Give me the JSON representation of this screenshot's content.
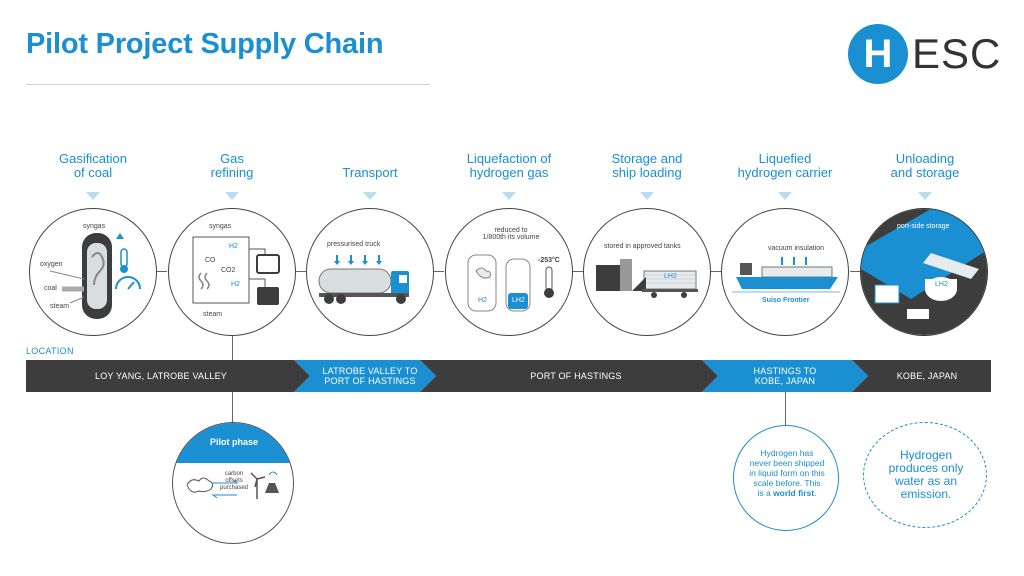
{
  "title": "Pilot Project Supply Chain",
  "logo": {
    "mark": "H",
    "rest": "ESC"
  },
  "steps": [
    {
      "label": "Gasification\nof coal"
    },
    {
      "label": "Gas\nrefining"
    },
    {
      "label": "Transport"
    },
    {
      "label": "Liquefaction of\nhydrogen gas"
    },
    {
      "label": "Storage and\nship loading"
    },
    {
      "label": "Liquefied\nhydrogen carrier"
    },
    {
      "label": "Unloading\nand storage"
    }
  ],
  "icons": {
    "gasification": {
      "syngas": "syngas",
      "oxygen": "oxygen",
      "coal": "coal",
      "steam": "steam"
    },
    "refining": {
      "syngas": "syngas",
      "steam": "steam",
      "h2": "H2",
      "co": "CO",
      "co2": "CO2"
    },
    "transport": {
      "caption": "pressurised truck"
    },
    "liquefaction": {
      "caption": "reduced to\n1/800th its volume",
      "temp": "-253°C",
      "h2": "H2",
      "lh2": "LH2"
    },
    "storage": {
      "caption": "stored in approved tanks",
      "lh2": "LH2"
    },
    "carrier": {
      "caption": "vacuum insulation",
      "ship": "Suiso Frontier"
    },
    "unloading": {
      "caption": "port-side storage",
      "lh2": "LH2"
    }
  },
  "location_label": "LOCATION",
  "band": [
    {
      "text": "LOY YANG, LATROBE VALLEY",
      "color": "#3d3d3d"
    },
    {
      "text": "LATROBE VALLEY TO\nPORT OF HASTINGS",
      "color": "#1a8fd1"
    },
    {
      "text": "PORT OF HASTINGS",
      "color": "#3d3d3d"
    },
    {
      "text": "HASTINGS TO\nKOBE, JAPAN",
      "color": "#1a8fd1"
    },
    {
      "text": "KOBE, JAPAN",
      "color": "#3d3d3d"
    }
  ],
  "pilot": {
    "title": "Pilot phase",
    "caption": "carbon\noffsets\npurchased"
  },
  "world_first": {
    "text": "Hydrogen has\nnever been shipped\nin liquid form on this\nscale before. This\nis a ",
    "bold": "world first",
    "end": "."
  },
  "emission": {
    "text": "Hydrogen\nproduces only\nwater as an\nemission."
  },
  "colors": {
    "blue": "#1a8fd1",
    "dark": "#3d3d3d",
    "light_blue": "#b9dcf1"
  }
}
